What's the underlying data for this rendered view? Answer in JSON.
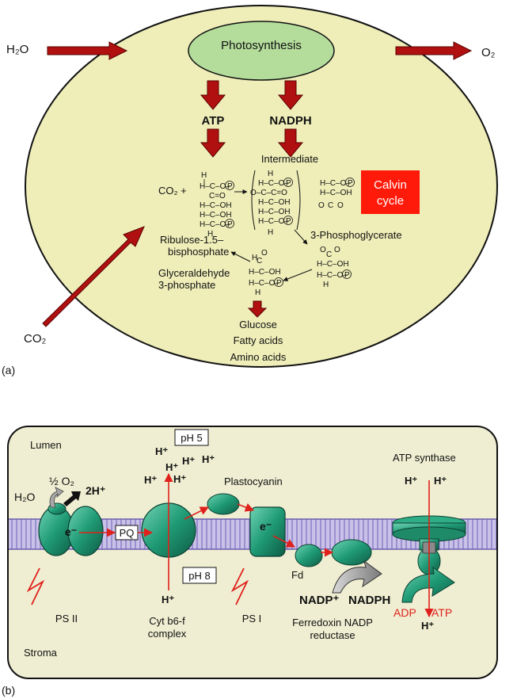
{
  "panel_a": {
    "label": "(a)",
    "h2o": "H₂O",
    "o2": "O₂",
    "co2_in": "CO₂",
    "photosynthesis": "Photosynthesis",
    "atp": "ATP",
    "nadph": "NADPH",
    "intermediate": "Intermediate",
    "co2_plus": "CO₂   +",
    "calvin": [
      "Calvin",
      "cycle"
    ],
    "ribulose": [
      "Ribulose-1.5–",
      "bisphosphate"
    ],
    "phosphoglycerate": "3-Phosphoglycerate",
    "glyceraldehyde": [
      "Glyceraldehyde",
      "3-phosphate"
    ],
    "products": [
      "Glucose",
      "Fatty acids",
      "Amino acids"
    ],
    "colors": {
      "cell": "#efeeb9",
      "organelle": "#b4dd9c",
      "arrow": "#b01010",
      "calvin_box": "#ff1a0a"
    }
  },
  "panel_b": {
    "label": "(b)",
    "lumen": "Lumen",
    "stroma": "Stroma",
    "ph5": "pH 5",
    "ph8": "pH 8",
    "h_plus": "H⁺",
    "h2o": "H₂O",
    "half_o2": "½ O₂",
    "two_h": "2H⁺",
    "electron": "e⁻",
    "pq": "PQ",
    "plastocyanin": "Plastocyanin",
    "fd": "Fd",
    "nadp": "NADP⁺",
    "nadph": "NADPH",
    "ps2": "PS II",
    "cyt": [
      "Cyt b6-f",
      "complex"
    ],
    "ps1": "PS I",
    "fnr": [
      "Ferredoxin NADP",
      "reductase"
    ],
    "atp_synthase": "ATP synthase",
    "adp": "ADP",
    "atp": "ATP",
    "colors": {
      "background": "#efeed2",
      "membrane": "#a79ad4",
      "protein": "#1e9a74",
      "arrow": "#e0201c"
    }
  }
}
